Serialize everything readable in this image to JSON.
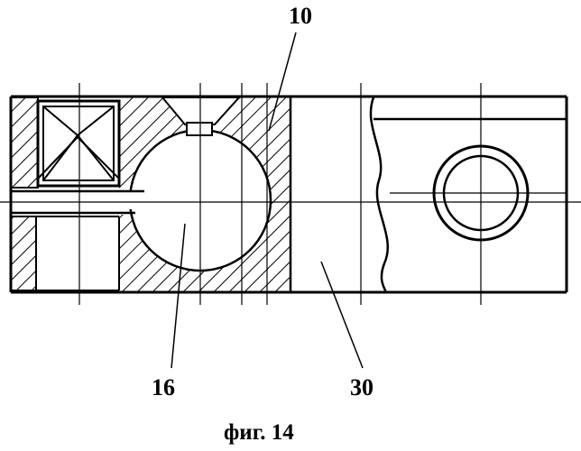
{
  "figure": {
    "labels": {
      "part_10": "10",
      "part_16": "16",
      "part_30": "30"
    },
    "caption": "фиг. 14"
  },
  "colors": {
    "ink": "#000000",
    "paper": "#ffffff"
  }
}
